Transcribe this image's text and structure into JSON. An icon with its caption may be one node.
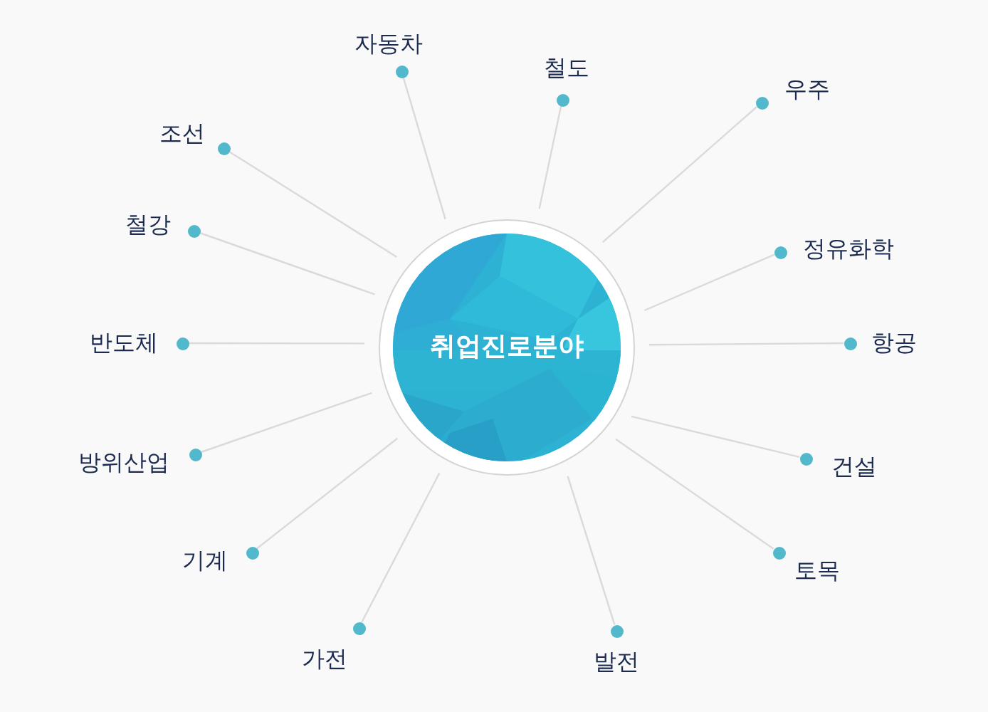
{
  "diagram": {
    "nodes": [
      {
        "text": [
          "취업진로분야"
        ]
      },
      {
        "text": [],
        "shape": "circle",
        "beside": [
          "자동차"
        ]
      },
      {
        "text": [],
        "shape": "circle",
        "beside": [
          "철도"
        ]
      },
      {
        "text": [],
        "shape": "circle",
        "beside": [
          "우주"
        ]
      },
      {
        "text": [],
        "shape": "circle",
        "beside": [
          "정유화학"
        ]
      },
      {
        "text": [],
        "shape": "circle",
        "beside": [
          "항공"
        ]
      },
      {
        "text": [],
        "shape": "circle",
        "beside": [
          "건설"
        ]
      },
      {
        "text": [],
        "shape": "circle",
        "beside": [
          "토목"
        ]
      },
      {
        "text": [],
        "shape": "circle",
        "beside": [
          "발전"
        ]
      },
      {
        "text": [],
        "shape": "circle",
        "beside": [
          "가전"
        ]
      },
      {
        "text": [],
        "shape": "circle",
        "beside": [
          "기계"
        ]
      },
      {
        "text": [],
        "shape": "circle",
        "beside": [
          "방위산업"
        ]
      },
      {
        "text": [],
        "shape": "circle",
        "beside": [
          "반도체"
        ]
      },
      {
        "text": [],
        "shape": "circle",
        "beside": [
          "철강"
        ]
      },
      {
        "text": [],
        "shape": "circle",
        "beside": [
          "조선"
        ]
      }
    ],
    "edges": [
      {
        "from": 0,
        "to": 1,
        "arrow": "none"
      },
      {
        "from": 0,
        "to": 2,
        "arrow": "none"
      },
      {
        "from": 0,
        "to": 3,
        "arrow": "none"
      },
      {
        "from": 0,
        "to": 4,
        "arrow": "none"
      },
      {
        "from": 0,
        "to": 5,
        "arrow": "none"
      },
      {
        "from": 0,
        "to": 6,
        "arrow": "none"
      },
      {
        "from": 0,
        "to": 7,
        "arrow": "none"
      },
      {
        "from": 0,
        "to": 8,
        "arrow": "none"
      },
      {
        "from": 0,
        "to": 9,
        "arrow": "none"
      },
      {
        "from": 0,
        "to": 10,
        "arrow": "none"
      },
      {
        "from": 0,
        "to": 11,
        "arrow": "none"
      },
      {
        "from": 0,
        "to": 12,
        "arrow": "none"
      },
      {
        "from": 0,
        "to": 13,
        "arrow": "none"
      },
      {
        "from": 0,
        "to": 14,
        "arrow": "none"
      }
    ]
  }
}
